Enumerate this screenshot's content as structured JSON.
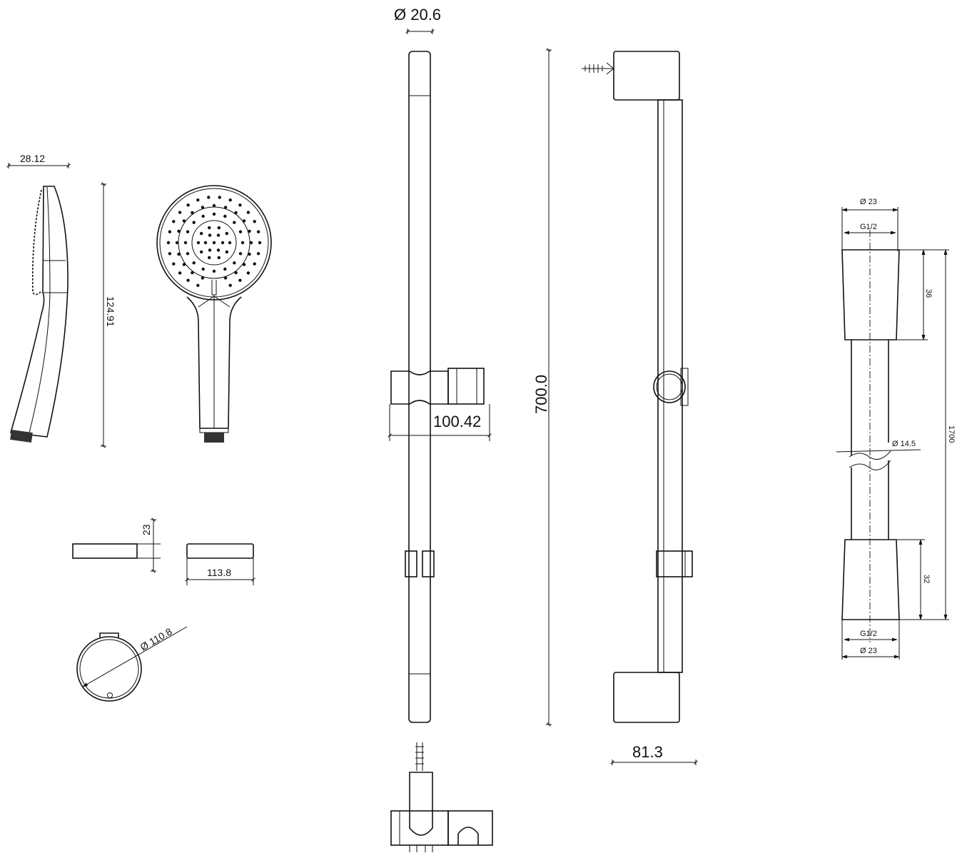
{
  "handshower": {
    "depth": "28.12",
    "length": "124.91"
  },
  "face_plate": {
    "thickness": "23",
    "width": "113.8",
    "diameter": "Ø 110.8"
  },
  "rail": {
    "diameter": "Ø 20.6",
    "slider_width": "100.42",
    "length": "700.0",
    "bracket_depth": "81.3"
  },
  "hose": {
    "top_outer": "Ø 23",
    "top_thread": "G1/2",
    "top_length": "36",
    "hose_diameter": "Ø 14.5",
    "total_length": "1700",
    "bottom_length": "32",
    "bottom_thread": "G1/2",
    "bottom_outer": "Ø 23"
  }
}
